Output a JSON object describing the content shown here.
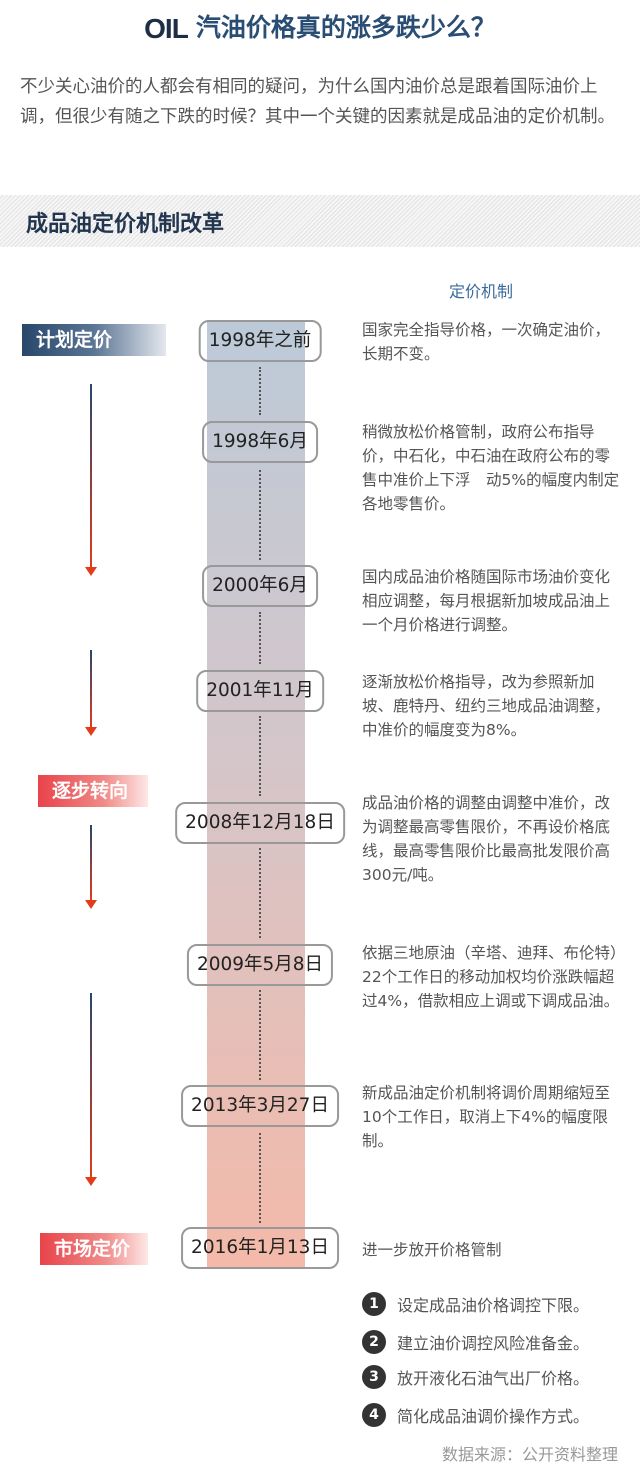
{
  "header": {
    "logo": "OIL",
    "title": "汽油价格真的涨多跌少么？"
  },
  "intro": "不少关心油价的人都会有相同的疑问，为什么国内油价总是跟着国际油价上调，但很少有随之下跌的时候？其中一个关键的因素就是成品油的定价机制。",
  "section_title": "成品油定价机制改革",
  "column_header": "定价机制",
  "stages": [
    "计划定价",
    "逐步转向",
    "市场定价"
  ],
  "timeline": [
    {
      "date": "1998年之前",
      "desc": "国家完全指导价格，一次确定油价，长期不变。"
    },
    {
      "date": "1998年6月",
      "desc": "稍微放松价格管制，政府公布指导价，中石化，中石油在政府公布的零售中准价上下浮　动5%的幅度内制定各地零售价。"
    },
    {
      "date": "2000年6月",
      "desc": "国内成品油价格随国际市场油价变化相应调整，每月根据新加坡成品油上一个月价格进行调整。"
    },
    {
      "date": "2001年11月",
      "desc": "逐渐放松价格指导，改为参照新加坡、鹿特丹、纽约三地成品油调整，中准价的幅度变为8%。"
    },
    {
      "date": "2008年12月18日",
      "desc": "成品油价格的调整由调整中准价，改为调整最高零售限价，不再设价格底线，最高零售限价比最高批发限价高300元/吨。"
    },
    {
      "date": "2009年5月8日",
      "desc": "依据三地原油（辛塔、迪拜、布伦特）22个工作日的移动加权均价涨跌幅超过4%，借款相应上调或下调成品油。"
    },
    {
      "date": "2013年3月27日",
      "desc": "新成品油定价机制将调价周期缩短至10个工作日，取消上下4%的幅度限制。"
    },
    {
      "date": "2016年1月13日",
      "desc": "进一步放开价格管制"
    }
  ],
  "measures": [
    {
      "num": "1",
      "text": "设定成品油价格调控下限。"
    },
    {
      "num": "2",
      "text": "建立油价调控风险准备金。"
    },
    {
      "num": "3",
      "text": "放开液化石油气出厂价格。"
    },
    {
      "num": "4",
      "text": "简化成品油调价操作方式。"
    }
  ],
  "source": "数据来源：公开资料整理",
  "colors": {
    "plan": "#2a4d74",
    "transition": "#e8434a",
    "market": "#e8434a"
  }
}
